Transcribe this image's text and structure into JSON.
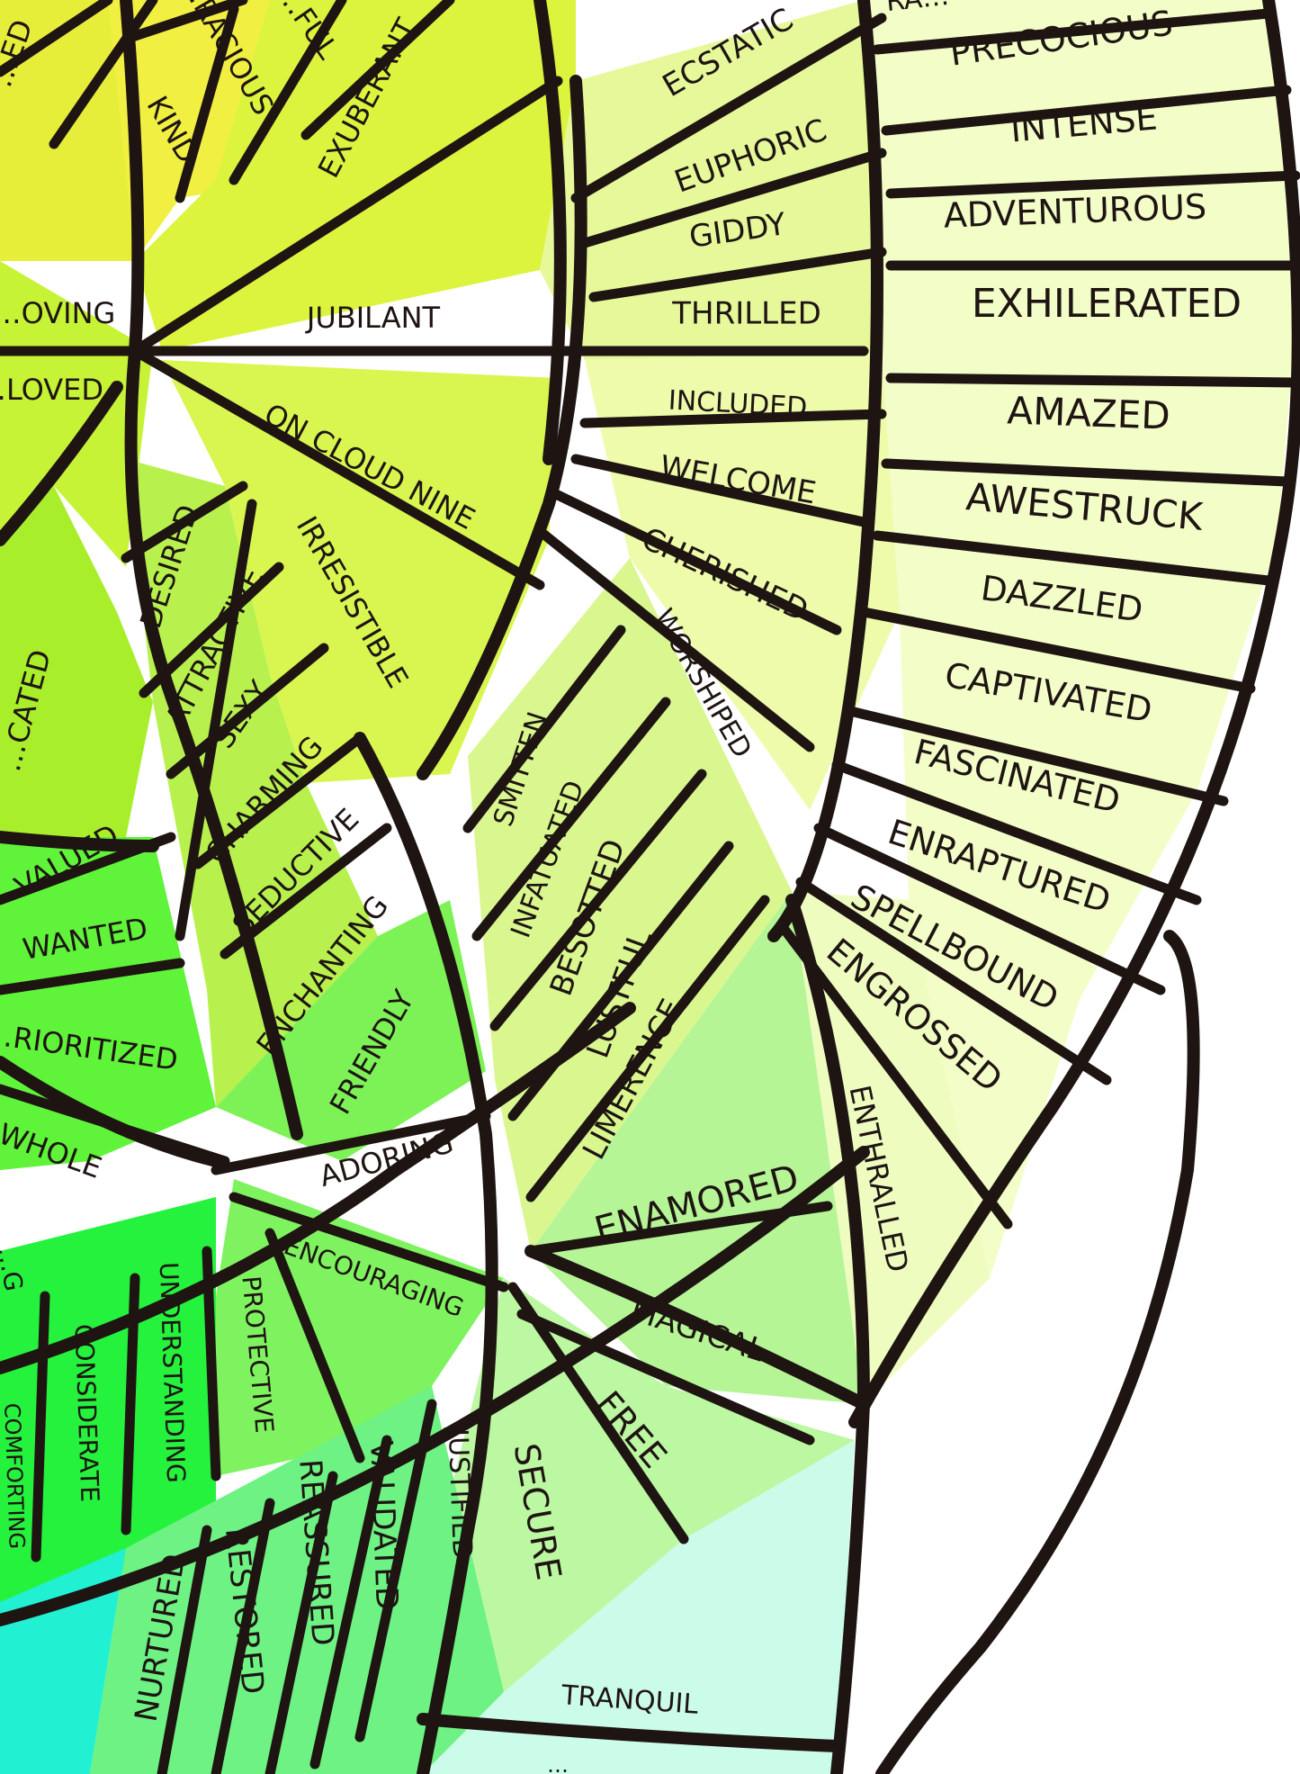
{
  "diagram": {
    "type": "feelings-wheel-fragment",
    "inner_words": [
      "…ED",
      "…RACIOUS",
      "…FUL",
      "KIND",
      "EXUBERANT",
      "…OVING",
      "JUBILANT",
      "…LOVED",
      "ON CLOUD NINE",
      "IRRESISTIBLE",
      "DESIRED",
      "ATTRACTIVE",
      "SEXY",
      "CHARMING",
      "SEDUCTIVE",
      "ENCHANTING",
      "…CATED",
      "VALUED",
      "WANTED",
      "…RIORITIZED",
      "…WHOLE",
      "FRIENDLY",
      "ADORING",
      "ENCOURAGING",
      "PROTECTIVE",
      "UNDERSTANDING",
      "CONSIDERATE",
      "COMFORTING",
      "…G"
    ],
    "middle_words": [
      "ECSTATIC",
      "EUPHORIC",
      "GIDDY",
      "THRILLED",
      "INCLUDED",
      "WELCOME",
      "CHERISHED",
      "WORSHIPED",
      "SMITTEN",
      "INFATUATED",
      "BESOTTED",
      "LUSTFUL",
      "LIMERENCE",
      "ENAMORED",
      "MAGICAL",
      "FREE",
      "SECURE",
      "JUSTIFIED",
      "VALIDATED",
      "REASSURED",
      "RESTORED",
      "NURTURED",
      "TRANQUIL",
      "…"
    ],
    "outer_words": [
      "RA…",
      "PRECOCIOUS",
      "INTENSE",
      "ADVENTUROUS",
      "EXHILERATED",
      "AMAZED",
      "AWESTRUCK",
      "DAZZLED",
      "CAPTIVATED",
      "FASCINATED",
      "ENRAPTURED",
      "SPELLBOUND",
      "ENGROSSED",
      "ENTHRALLED"
    ],
    "colors": {
      "outline": "#1e1412",
      "yellow": "#eef23a",
      "yellow_green": "#d6f53a",
      "light_yellow": "#f2fdc4",
      "lime": "#8cf55a",
      "green": "#18f238",
      "pale_green": "#b8f7a0",
      "mint": "#c9fbe9",
      "aqua": "#21f2d4"
    }
  }
}
